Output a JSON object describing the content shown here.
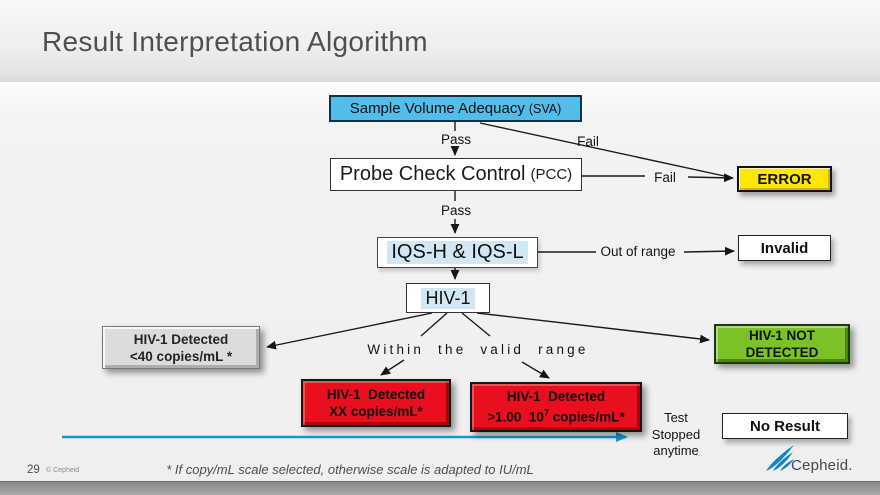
{
  "header": {
    "title": "Result Interpretation Algorithm"
  },
  "nodes": {
    "sva": {
      "text": "Sample Volume Adequacy",
      "abbr": "(SVA)"
    },
    "pcc": {
      "text": "Probe Check Control",
      "abbr": "(PCC)"
    },
    "error": {
      "text": "ERROR"
    },
    "iqs": {
      "text": "IQS-H & IQS-L"
    },
    "invalid": {
      "text": "Invalid"
    },
    "hiv": {
      "text": "HIV-1"
    },
    "detected_low": {
      "line1": "HIV-1 Detected",
      "line2": "<40 copies/mL *"
    },
    "detected_xx": {
      "line1": "HIV-1  Detected",
      "line2": "XX copies/mL*"
    },
    "detected_high": {
      "line1": "HIV-1  Detected",
      "line2_base": ">1.00  10",
      "line2_sup": "7",
      "line2_end": " copies/mL*"
    },
    "not_detected": {
      "line1": "HIV-1 NOT",
      "line2": "DETECTED"
    },
    "no_result": {
      "text": "No Result"
    }
  },
  "edge_labels": {
    "pass_sva": "Pass",
    "fail_sva": "Fail",
    "fail_pcc": "Fail",
    "pass_pcc": "Pass",
    "out_of_range": "Out of range",
    "within_range": "Within the valid range",
    "test_stopped": [
      "Test",
      "Stopped",
      "anytime"
    ]
  },
  "footer": {
    "page_number": "29",
    "copyright": "© Cepheid",
    "footnote": "* If copy/mL scale selected, otherwise scale is adapted to IU/mL",
    "logo": "Cepheid."
  },
  "colors": {
    "sva_blue": "#52BDEB",
    "error_yellow": "#FFE700",
    "result_red": "#E90F1E",
    "detected_green": "#7AC225",
    "gray_box": "#DCDCDC",
    "arrow_blue": "#1697D4"
  }
}
